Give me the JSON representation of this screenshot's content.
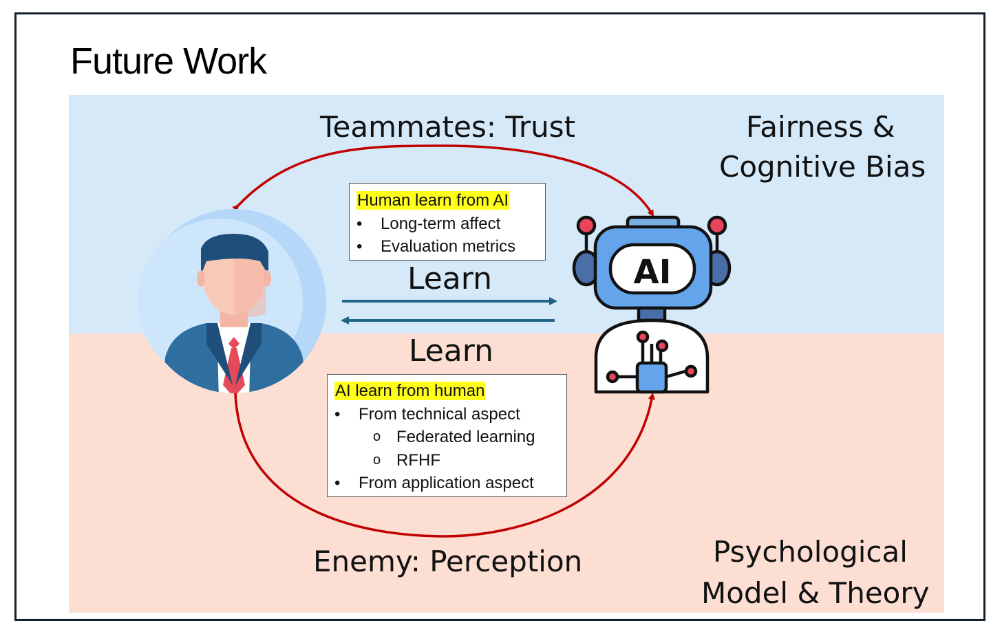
{
  "title": "Future Work",
  "top_band": {
    "color": "#d6e9f8",
    "center_label": "Teammates: Trust",
    "corner_label_line1": "Fairness &",
    "corner_label_line2": "Cognitive Bias"
  },
  "bottom_band": {
    "color": "#fcded3",
    "center_label": "Enemy: Perception",
    "corner_label_line1": "Psychological",
    "corner_label_line2": "Model & Theory"
  },
  "arrows": {
    "learn_top": "Learn",
    "learn_bottom": "Learn",
    "curve_color": "#c00000",
    "straight_color": "#1f6385"
  },
  "box_human_learn": {
    "heading": "Human learn from AI",
    "items": [
      {
        "bullet": "•",
        "text": "Long-term affect"
      },
      {
        "bullet": "•",
        "text": "Evaluation metrics"
      }
    ]
  },
  "box_ai_learn": {
    "heading": "AI learn from human",
    "items": [
      {
        "bullet": "•",
        "text": "From technical aspect",
        "level": 1
      },
      {
        "bullet": "o",
        "text": "Federated learning",
        "level": 2
      },
      {
        "bullet": "o",
        "text": "RFHF",
        "level": 2
      },
      {
        "bullet": "•",
        "text": "From application aspect",
        "level": 1
      }
    ]
  },
  "icons": {
    "human": "businessman-avatar-icon",
    "robot": "ai-robot-icon",
    "robot_face_text": "AI",
    "highlight_color": "#ffff1a"
  }
}
